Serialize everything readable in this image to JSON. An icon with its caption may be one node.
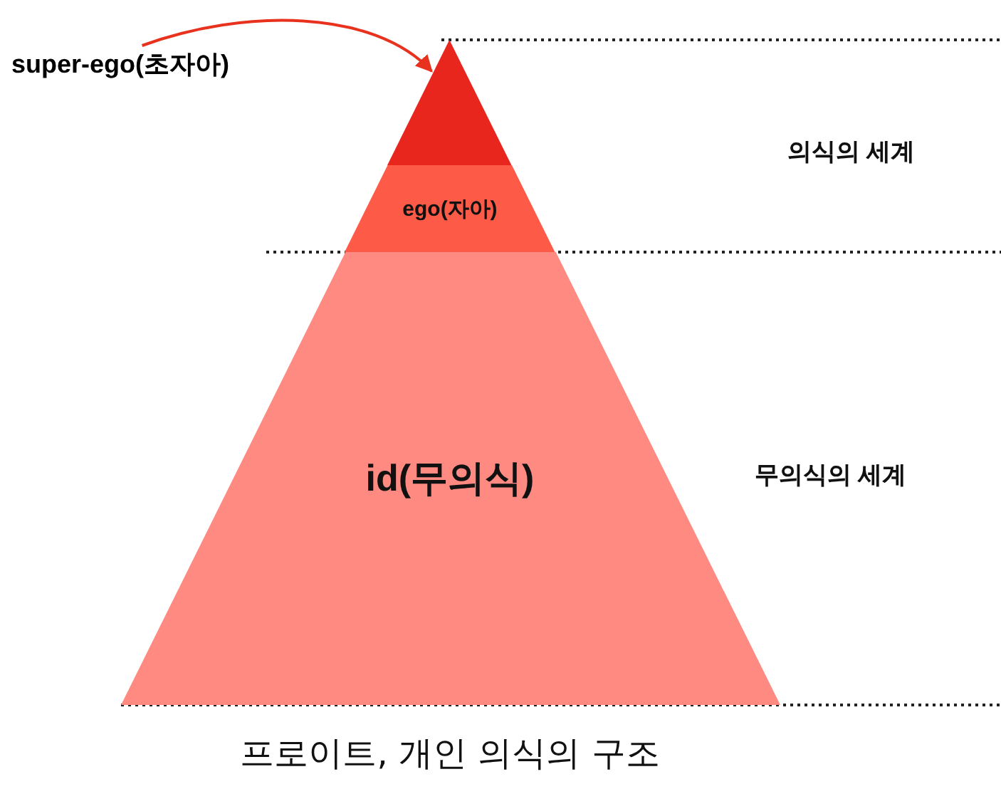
{
  "diagram": {
    "caption": "프로이트, 개인 의식의 구조",
    "nodes": [
      {
        "text": [
          "super-ego(초자아)"
        ]
      },
      {
        "text": [],
        "shape": "triangle"
      },
      {
        "text": [
          "ego(자아)"
        ]
      },
      {
        "text": [
          "id(무의식)"
        ]
      }
    ],
    "edges": [
      {
        "from": 0,
        "to": 1,
        "arrow": "to",
        "color": "#e8321e"
      }
    ],
    "labels": [
      "의식의 세계",
      "무의식의 세계"
    ]
  }
}
